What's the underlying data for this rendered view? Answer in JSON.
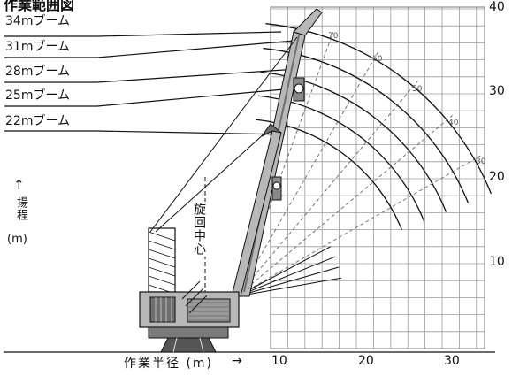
{
  "title": "作業範囲図",
  "y_axis": {
    "label_chars": "揚程",
    "unit": "(m)",
    "arrow": "↑",
    "ticks": [
      "10",
      "20",
      "30",
      "40"
    ]
  },
  "x_axis": {
    "label": "作業半径 (m)",
    "arrow": "→",
    "ticks": [
      "10",
      "20",
      "30"
    ]
  },
  "rotation_center_label": "旋回中心",
  "booms": [
    {
      "label": "34mブーム"
    },
    {
      "label": "31mブーム"
    },
    {
      "label": "28mブーム"
    },
    {
      "label": "25mブーム"
    },
    {
      "label": "22mブーム"
    }
  ],
  "angle_labels": [
    "70",
    "60",
    "50",
    "40",
    "30"
  ],
  "colors": {
    "grid": "#9a9a9a",
    "ink": "#111111",
    "crane_fill": "#b8b8b8",
    "crane_dark": "#6f6f6f",
    "background": "#ffffff"
  }
}
